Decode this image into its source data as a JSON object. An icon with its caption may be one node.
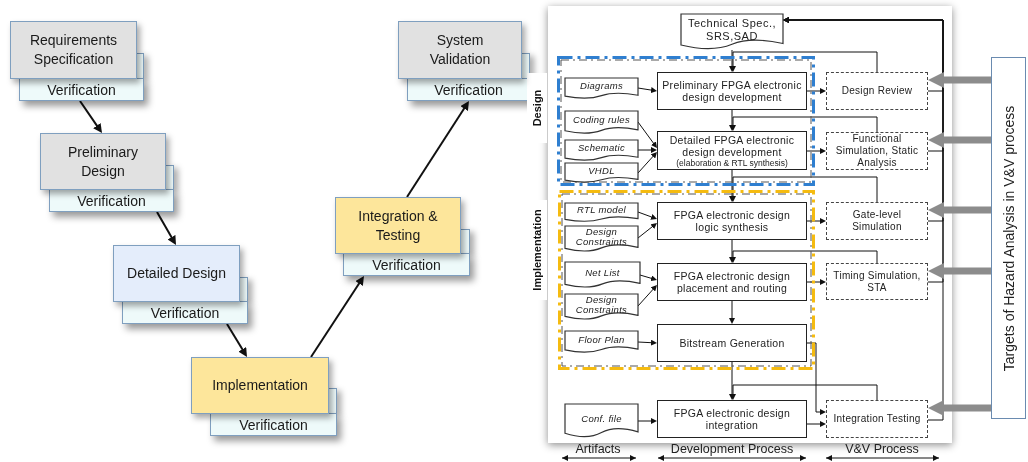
{
  "diagram": {
    "nodes": [
      {
        "text": [
          "Requirements Specification"
        ]
      },
      {
        "text": [
          "Verification"
        ]
      },
      {
        "text": [
          "Preliminary Design"
        ]
      },
      {
        "text": [
          "Verification"
        ]
      },
      {
        "text": [
          "Detailed Design"
        ]
      },
      {
        "text": [
          "Verification"
        ]
      },
      {
        "text": [
          "Implementation"
        ]
      },
      {
        "text": [
          "Verification"
        ]
      },
      {
        "text": [
          "Integration & Testing"
        ]
      },
      {
        "text": [
          "Verification"
        ]
      },
      {
        "text": [
          "System Validation"
        ]
      },
      {
        "text": [
          "Verification"
        ]
      },
      {
        "text": [
          "Technical Spec., SRS,SAD"
        ]
      },
      {
        "text": [
          "Design"
        ]
      },
      {
        "text": [
          "Diagrams"
        ],
        "in": 13
      },
      {
        "text": [
          "Preliminary FPGA electronic design development"
        ],
        "in": 13
      },
      {
        "text": [
          "Coding rules"
        ],
        "in": 13
      },
      {
        "text": [
          "Schematic"
        ],
        "in": 13
      },
      {
        "text": [
          "VHDL"
        ],
        "in": 13
      },
      {
        "text": [
          "Detailed FPGA electronic design development",
          "(elaboration & RTL synthesis)"
        ],
        "in": 13
      },
      {
        "text": [
          "Implementation"
        ]
      },
      {
        "text": [
          "RTL model"
        ],
        "in": 20
      },
      {
        "text": [
          "Design Constraints"
        ],
        "in": 20
      },
      {
        "text": [
          "FPGA electronic design logic synthesis"
        ],
        "in": 20
      },
      {
        "text": [
          "Net List"
        ],
        "in": 20
      },
      {
        "text": [
          "Design Constraints"
        ],
        "in": 20
      },
      {
        "text": [
          "FPGA electronic design placement and routing"
        ],
        "in": 20
      },
      {
        "text": [
          "Floor Plan"
        ],
        "in": 20
      },
      {
        "text": [
          "Bitstream Generation"
        ],
        "in": 20
      },
      {
        "text": [
          "Conf. file"
        ]
      },
      {
        "text": [
          "FPGA electronic design integration"
        ]
      },
      {
        "text": [
          "Design Review"
        ]
      },
      {
        "text": [
          "Functional Simulation, Static Analysis"
        ]
      },
      {
        "text": [
          "Gate-level Simulation"
        ]
      },
      {
        "text": [
          "Timing Simulation, STA"
        ]
      },
      {
        "text": [
          "Integration Testing"
        ]
      },
      {
        "text": [
          "Targets of Hazard Analysis in V&V process"
        ]
      }
    ],
    "edges": [
      {
        "from": 1,
        "to": 2,
        "arrow": "to"
      },
      {
        "from": 3,
        "to": 4,
        "arrow": "to"
      },
      {
        "from": 5,
        "to": 6,
        "arrow": "to"
      },
      {
        "from": 6,
        "to": 9,
        "arrow": "to"
      },
      {
        "from": 8,
        "to": 11,
        "arrow": "to"
      },
      {
        "from": 12,
        "to": 15,
        "arrow": "to"
      },
      {
        "from": 14,
        "to": 15,
        "arrow": "to"
      },
      {
        "from": 15,
        "to": 19,
        "arrow": "to"
      },
      {
        "from": 16,
        "to": 19,
        "arrow": "to"
      },
      {
        "from": 17,
        "to": 19,
        "arrow": "to"
      },
      {
        "from": 18,
        "to": 19,
        "arrow": "to"
      },
      {
        "from": 19,
        "to": 23,
        "arrow": "to"
      },
      {
        "from": 21,
        "to": 23,
        "arrow": "to"
      },
      {
        "from": 22,
        "to": 23,
        "arrow": "to"
      },
      {
        "from": 23,
        "to": 26,
        "arrow": "to"
      },
      {
        "from": 24,
        "to": 26,
        "arrow": "to"
      },
      {
        "from": 25,
        "to": 26,
        "arrow": "to"
      },
      {
        "from": 26,
        "to": 28,
        "arrow": "to"
      },
      {
        "from": 27,
        "to": 28,
        "arrow": "to"
      },
      {
        "from": 28,
        "to": 30,
        "arrow": "to"
      },
      {
        "from": 29,
        "to": 30,
        "arrow": "to"
      },
      {
        "from": 15,
        "to": 31,
        "arrow": "to"
      },
      {
        "from": 19,
        "to": 32,
        "arrow": "to"
      },
      {
        "from": 23,
        "to": 33,
        "arrow": "to"
      },
      {
        "from": 26,
        "to": 34,
        "arrow": "to"
      },
      {
        "from": 30,
        "to": 35,
        "arrow": "to"
      },
      {
        "from": 28,
        "to": 35,
        "arrow": "to"
      },
      {
        "from": 31,
        "to": 12,
        "arrow": "to"
      },
      {
        "from": 32,
        "to": 12,
        "arrow": "to"
      },
      {
        "from": 33,
        "to": 12,
        "arrow": "to"
      },
      {
        "from": 34,
        "to": 12,
        "arrow": "to"
      },
      {
        "from": 35,
        "to": 12,
        "arrow": "to"
      },
      {
        "from": 31,
        "to": 15,
        "arrow": "to"
      },
      {
        "from": 32,
        "to": 19,
        "arrow": "to"
      },
      {
        "from": 33,
        "to": 23,
        "arrow": "to"
      },
      {
        "from": 34,
        "to": 26,
        "arrow": "to"
      },
      {
        "from": 35,
        "to": 30,
        "arrow": "to"
      },
      {
        "from": 36,
        "to": 31,
        "arrow": "to",
        "style": "thick",
        "color": "#8c8c8c"
      },
      {
        "from": 36,
        "to": 32,
        "arrow": "to",
        "style": "thick",
        "color": "#8c8c8c"
      },
      {
        "from": 36,
        "to": 33,
        "arrow": "to",
        "style": "thick",
        "color": "#8c8c8c"
      },
      {
        "from": 36,
        "to": 34,
        "arrow": "to",
        "style": "thick",
        "color": "#8c8c8c"
      },
      {
        "from": 36,
        "to": 35,
        "arrow": "to",
        "style": "thick",
        "color": "#8c8c8c"
      }
    ],
    "labels": [
      "Artifacts",
      "Development Process",
      "V&V Process"
    ]
  }
}
